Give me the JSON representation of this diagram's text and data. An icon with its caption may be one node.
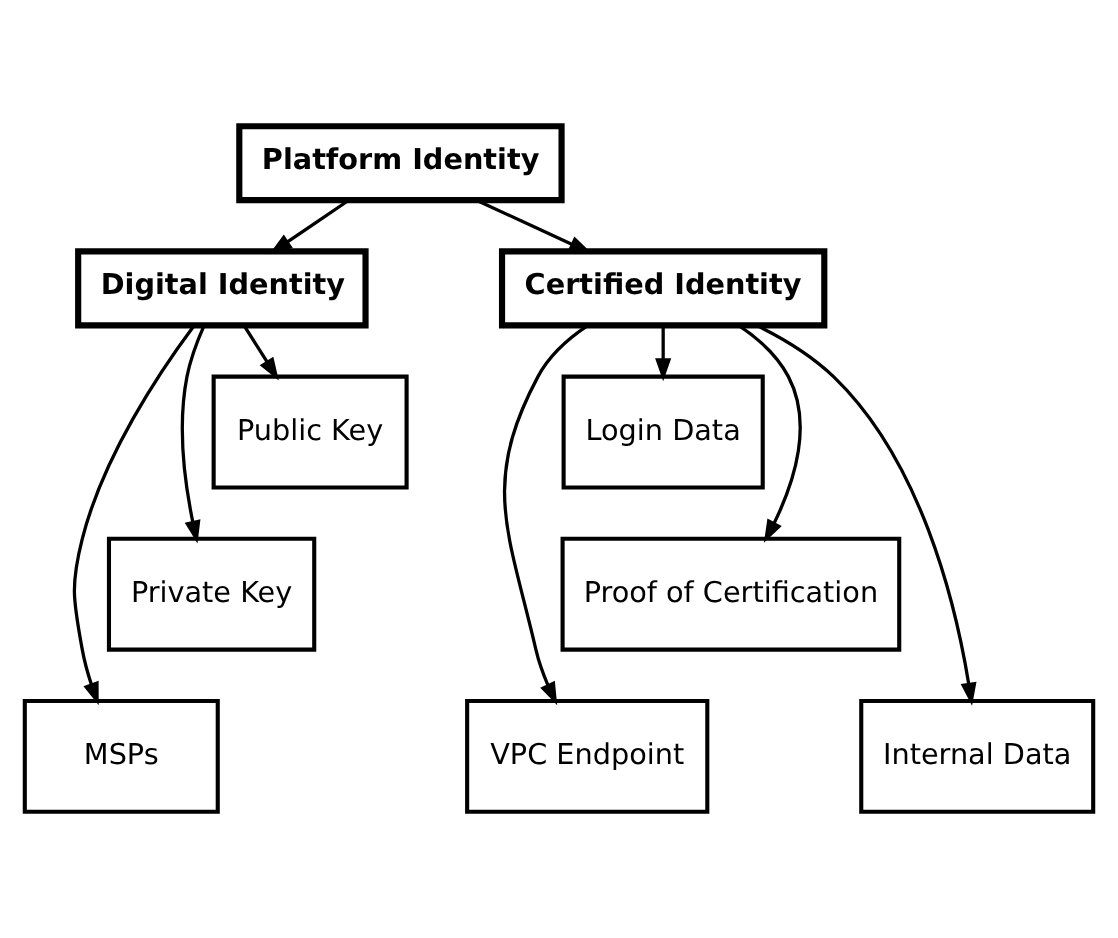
{
  "diagram": {
    "nodes": [
      {
        "text": [
          "Platform Identity"
        ]
      },
      {
        "text": [
          "Digital Identity"
        ]
      },
      {
        "text": [
          "Certified Identity"
        ]
      },
      {
        "text": [
          "Public Key"
        ]
      },
      {
        "text": [
          "Private Key"
        ]
      },
      {
        "text": [
          "MSPs"
        ]
      },
      {
        "text": [
          "Login Data"
        ]
      },
      {
        "text": [
          "Proof of Certification"
        ]
      },
      {
        "text": [
          "Internal Data"
        ]
      },
      {
        "text": [
          "VPC Endpoint"
        ]
      }
    ],
    "edges": [
      {
        "from": 0,
        "to": 1,
        "arrow": "to"
      },
      {
        "from": 0,
        "to": 2,
        "arrow": "to"
      },
      {
        "from": 1,
        "to": 3,
        "arrow": "to"
      },
      {
        "from": 1,
        "to": 4,
        "arrow": "to"
      },
      {
        "from": 1,
        "to": 5,
        "arrow": "to"
      },
      {
        "from": 2,
        "to": 6,
        "arrow": "to"
      },
      {
        "from": 2,
        "to": 7,
        "arrow": "to"
      },
      {
        "from": 2,
        "to": 8,
        "arrow": "to"
      },
      {
        "from": 2,
        "to": 9,
        "arrow": "to"
      }
    ]
  }
}
